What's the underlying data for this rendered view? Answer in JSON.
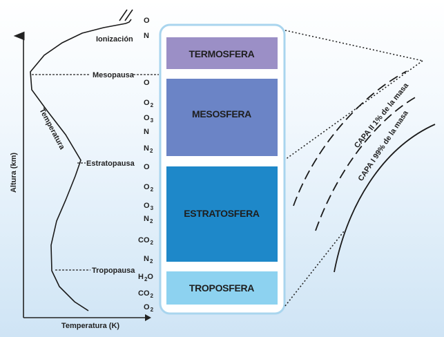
{
  "axes": {
    "y_label": "Altura (km)",
    "x_label": "Temperatura (K)",
    "curve_label": "Temperatura"
  },
  "boundaries": {
    "ionization": "Ionización",
    "mesopause": "Mesopausa",
    "stratopause": "Estratopausa",
    "tropopause": "Tropopausa"
  },
  "chemicals": [
    {
      "base": "O",
      "sub": ""
    },
    {
      "base": "N",
      "sub": ""
    },
    {
      "base": "O",
      "sub": ""
    },
    {
      "base": "O",
      "sub": "2"
    },
    {
      "base": "O",
      "sub": "3"
    },
    {
      "base": "N",
      "sub": ""
    },
    {
      "base": "N",
      "sub": "2"
    },
    {
      "base": "O",
      "sub": ""
    },
    {
      "base": "O",
      "sub": "2"
    },
    {
      "base": "O",
      "sub": "3"
    },
    {
      "base": "N",
      "sub": "2"
    },
    {
      "base": "CO",
      "sub": "2"
    },
    {
      "base": "N",
      "sub": "2"
    },
    {
      "base": "H",
      "sub": "2",
      "suffix": "O"
    },
    {
      "base": "CO",
      "sub": "2"
    },
    {
      "base": "O",
      "sub": "2"
    }
  ],
  "layers": [
    {
      "name": "TERMOSFERA",
      "color": "#9b8fc6"
    },
    {
      "name": "MESOSFERA",
      "color": "#6b84c6"
    },
    {
      "name": "ESTRATOSFERA",
      "color": "#1e88c9"
    },
    {
      "name": "TROPOSFERA",
      "color": "#8dd2f0"
    }
  ],
  "mass_layers": {
    "layer2": "CAPA II 1% de la masa",
    "layer1": "CAPA I 99% de la masa"
  },
  "colors": {
    "panel_border": "#a9d5ee",
    "curve": "#1a1a1a"
  }
}
